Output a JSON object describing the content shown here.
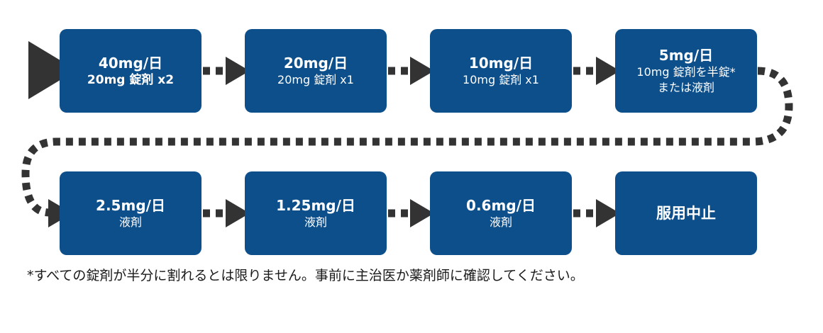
{
  "steps": [
    {
      "id": "step-1",
      "dose": "40mg/日",
      "detail": "20mg 錠剤 x2"
    },
    {
      "id": "step-2",
      "dose": "20mg/日",
      "detail": "20mg 錠剤 x1"
    },
    {
      "id": "step-3",
      "dose": "10mg/日",
      "detail": "10mg 錠剤 x1"
    },
    {
      "id": "step-4",
      "dose": "5mg/日",
      "detail": "10mg 錠剤を半錠*",
      "detail2": "または液剤"
    },
    {
      "id": "step-5",
      "dose": "2.5mg/日",
      "detail": "液剤"
    },
    {
      "id": "step-6",
      "dose": "1.25mg/日",
      "detail": "液剤"
    },
    {
      "id": "step-7",
      "dose": "0.6mg/日",
      "detail": "液剤"
    },
    {
      "id": "step-8",
      "dose": "服用中止"
    }
  ],
  "footnote": "*すべての錠剤が半分に割れるとは限りません。事前に主治医か薬剤師に確認してください。",
  "colors": {
    "box": "#0d4f8b",
    "arrow": "#333333",
    "text": "#ffffff"
  }
}
